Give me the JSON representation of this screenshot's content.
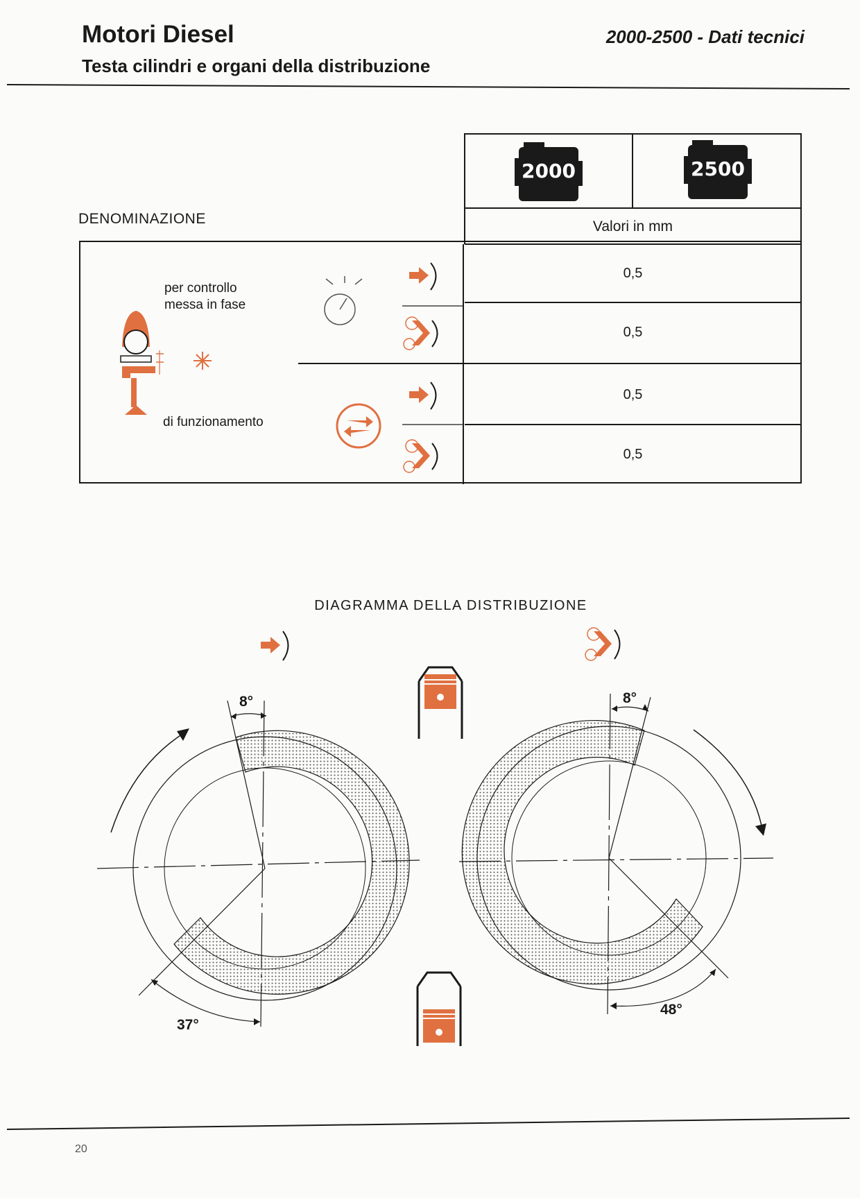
{
  "header": {
    "title": "Motori Diesel",
    "subtitle": "Testa cilindri e organi della distribuzione",
    "right": "2000-2500 - Dati tecnici"
  },
  "engines": [
    {
      "label": "2000"
    },
    {
      "label": "2500"
    }
  ],
  "table": {
    "name_header": "DENOMINAZIONE",
    "unit_header": "Valori in mm",
    "check_label_line1": "per controllo",
    "check_label_line2": "messa in fase",
    "operating_label": "di funzionamento",
    "values": [
      "0,5",
      "0,5",
      "0,5",
      "0,5"
    ]
  },
  "diagram": {
    "title": "DIAGRAMMA DELLA DISTRIBUZIONE",
    "intake_angles": {
      "top": "8°",
      "bottom": "37°"
    },
    "exhaust_angles": {
      "top": "8°",
      "bottom": "48°"
    }
  },
  "footer": {
    "page": "20"
  },
  "colors": {
    "accent": "#e07040",
    "ink": "#1a1a1a"
  }
}
